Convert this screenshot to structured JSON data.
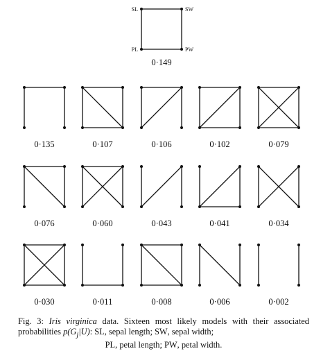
{
  "nodes": {
    "SL": "SL",
    "SW": "SW",
    "PL": "PL",
    "PW": "PW"
  },
  "models": [
    {
      "prob": "0·149",
      "edges": [
        [
          "SL",
          "SW"
        ],
        [
          "SL",
          "PL"
        ],
        [
          "SW",
          "PW"
        ],
        [
          "PL",
          "PW"
        ]
      ],
      "labeled": true
    },
    {
      "prob": "0·135",
      "edges": [
        [
          "SL",
          "SW"
        ],
        [
          "SL",
          "PL"
        ],
        [
          "SW",
          "PW"
        ]
      ]
    },
    {
      "prob": "0·107",
      "edges": [
        [
          "SL",
          "SW"
        ],
        [
          "SL",
          "PL"
        ],
        [
          "SW",
          "PW"
        ],
        [
          "PL",
          "PW"
        ],
        [
          "SL",
          "PW"
        ]
      ]
    },
    {
      "prob": "0·106",
      "edges": [
        [
          "SL",
          "SW"
        ],
        [
          "SL",
          "PL"
        ],
        [
          "SW",
          "PW"
        ],
        [
          "SW",
          "PL"
        ]
      ]
    },
    {
      "prob": "0·102",
      "edges": [
        [
          "SL",
          "SW"
        ],
        [
          "SL",
          "PL"
        ],
        [
          "SW",
          "PW"
        ],
        [
          "PL",
          "PW"
        ],
        [
          "SW",
          "PL"
        ]
      ]
    },
    {
      "prob": "0·079",
      "edges": [
        [
          "SL",
          "SW"
        ],
        [
          "SL",
          "PL"
        ],
        [
          "SW",
          "PW"
        ],
        [
          "PL",
          "PW"
        ],
        [
          "SL",
          "PW"
        ],
        [
          "SW",
          "PL"
        ]
      ]
    },
    {
      "prob": "0·076",
      "edges": [
        [
          "SL",
          "SW"
        ],
        [
          "SL",
          "PL"
        ],
        [
          "SW",
          "PW"
        ],
        [
          "SL",
          "PW"
        ]
      ]
    },
    {
      "prob": "0·060",
      "edges": [
        [
          "SL",
          "SW"
        ],
        [
          "SL",
          "PL"
        ],
        [
          "SW",
          "PW"
        ],
        [
          "SL",
          "PW"
        ],
        [
          "SW",
          "PL"
        ]
      ]
    },
    {
      "prob": "0·043",
      "edges": [
        [
          "SL",
          "PL"
        ],
        [
          "SW",
          "PW"
        ],
        [
          "SW",
          "PL"
        ]
      ]
    },
    {
      "prob": "0·041",
      "edges": [
        [
          "SL",
          "PL"
        ],
        [
          "SW",
          "PW"
        ],
        [
          "PL",
          "PW"
        ],
        [
          "SW",
          "PL"
        ]
      ]
    },
    {
      "prob": "0·034",
      "edges": [
        [
          "SL",
          "PL"
        ],
        [
          "SW",
          "PW"
        ],
        [
          "SL",
          "PW"
        ],
        [
          "SW",
          "PL"
        ]
      ]
    },
    {
      "prob": "0·030",
      "edges": [
        [
          "SL",
          "SW"
        ],
        [
          "SL",
          "PL"
        ],
        [
          "SW",
          "PW"
        ],
        [
          "PL",
          "PW"
        ],
        [
          "SL",
          "PW"
        ],
        [
          "SW",
          "PL"
        ]
      ]
    },
    {
      "prob": "0·011",
      "edges": [
        [
          "SL",
          "PL"
        ],
        [
          "SW",
          "PW"
        ],
        [
          "PL",
          "PW"
        ]
      ]
    },
    {
      "prob": "0·008",
      "edges": [
        [
          "SL",
          "SW"
        ],
        [
          "SL",
          "PL"
        ],
        [
          "SW",
          "PW"
        ],
        [
          "PL",
          "PW"
        ],
        [
          "SL",
          "PW"
        ]
      ]
    },
    {
      "prob": "0·006",
      "edges": [
        [
          "SL",
          "PL"
        ],
        [
          "SW",
          "PW"
        ],
        [
          "SL",
          "PW"
        ]
      ]
    },
    {
      "prob": "0·002",
      "edges": [
        [
          "SL",
          "PL"
        ],
        [
          "SW",
          "PW"
        ]
      ]
    }
  ],
  "caption": {
    "fig": "Fig. 3:",
    "dataset": "Iris virginica",
    "text1": "data. Sixteen most likely models with their associated probabilities",
    "prob_expr": "p(G",
    "prob_sub": "j",
    "prob_end": "|U)",
    "sl": "SL",
    "sl_desc": ", sepal length;",
    "sw": "SW",
    "sw_desc": ", sepal width;",
    "pl": "PL",
    "pl_desc": ", petal length;",
    "pw": "PW",
    "pw_desc": ", petal width."
  }
}
